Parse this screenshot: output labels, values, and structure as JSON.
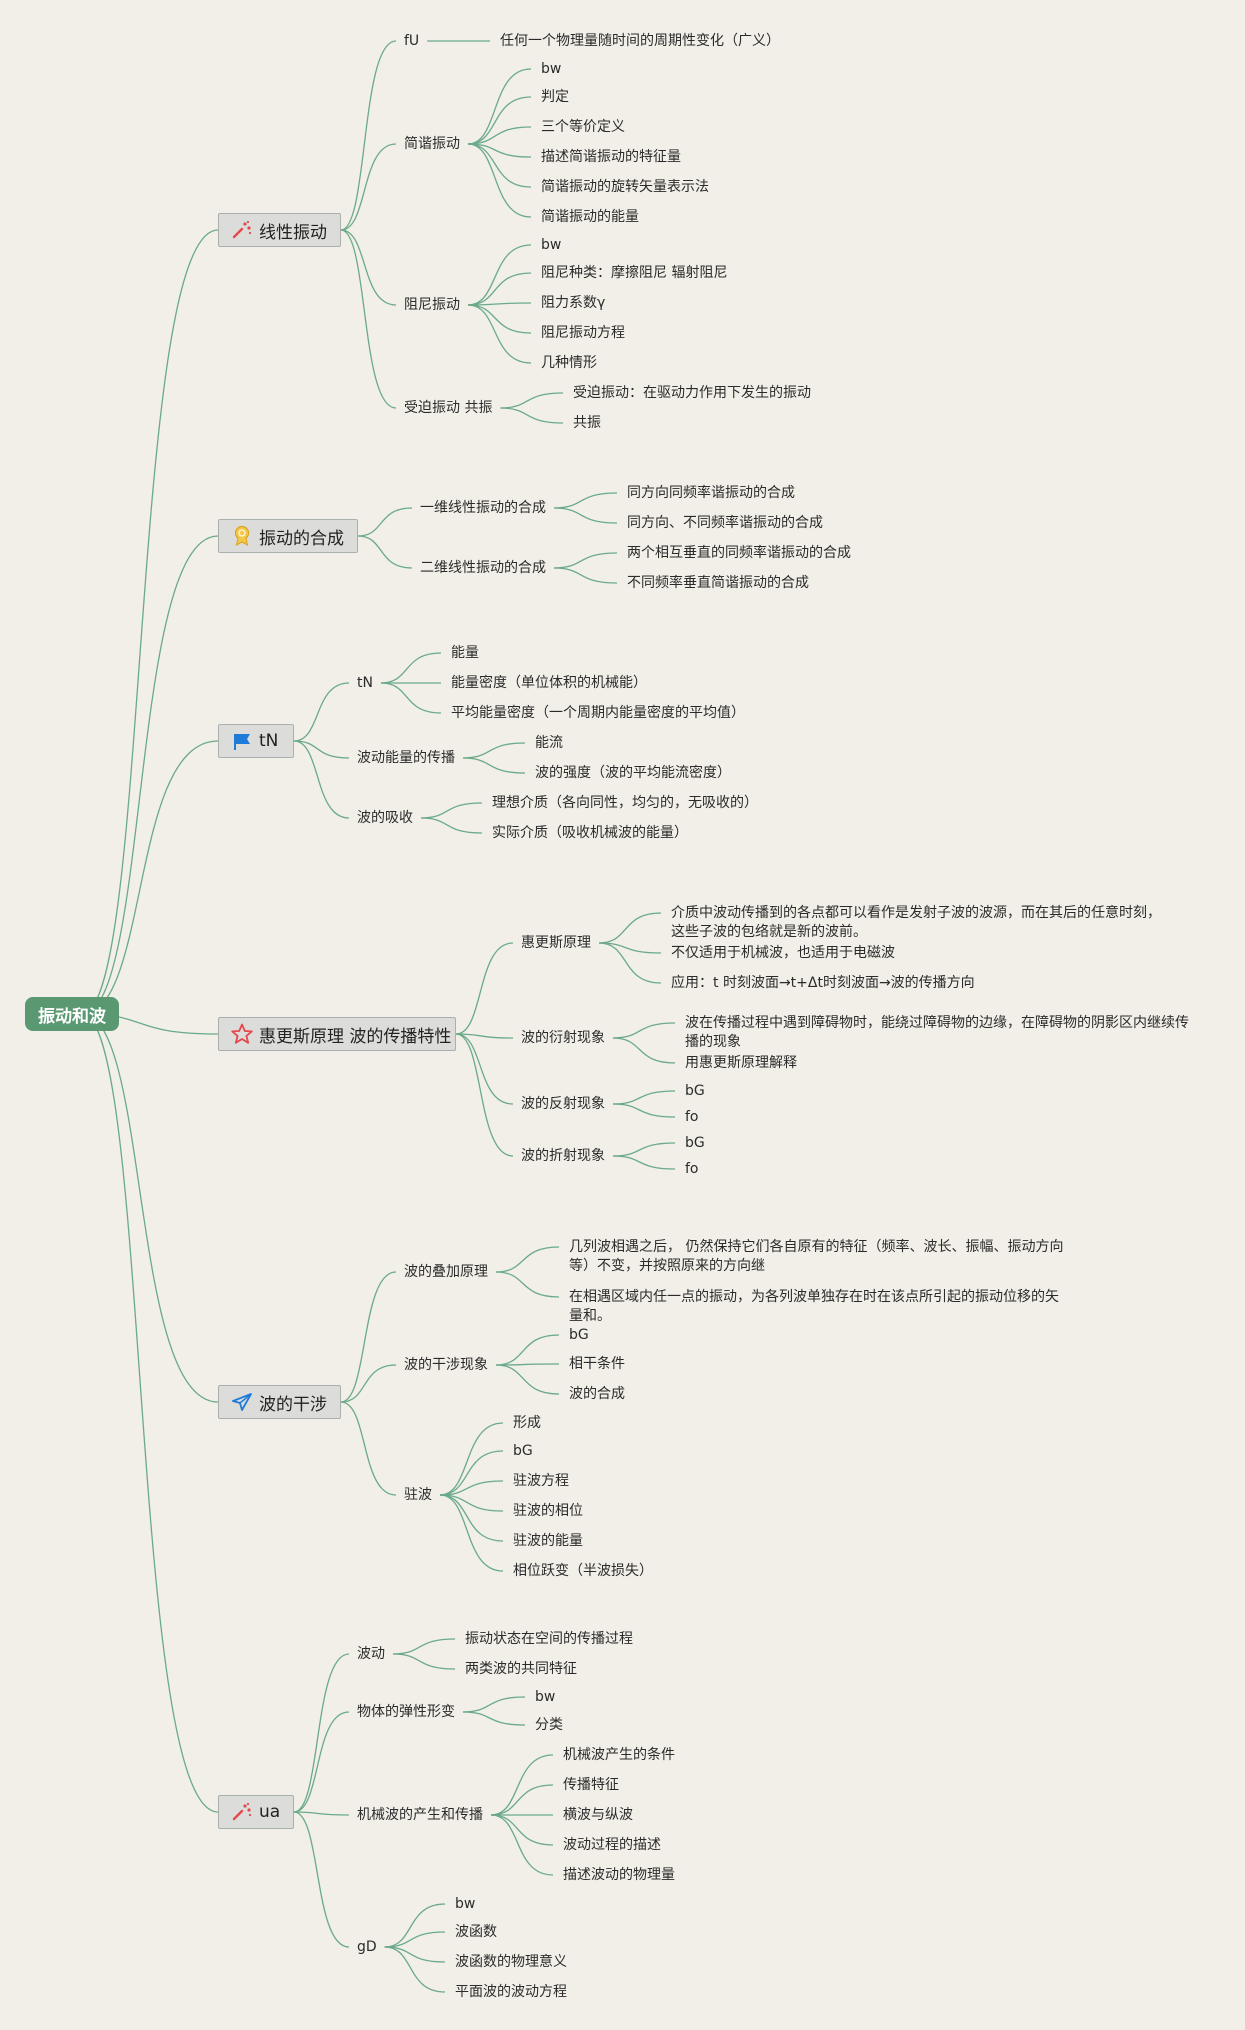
{
  "colors": {
    "background": "#f1efe7",
    "edge": "#6aaa88",
    "root": "#5a9872",
    "node_fill": "#dcdcda"
  },
  "root": "振动和波",
  "branches": [
    {
      "id": "b1",
      "label": "线性振动",
      "icon": "pen-sparkle-icon",
      "children": [
        {
          "label": "fU",
          "children": [
            {
              "label": "任何一个物理量随时间的周期性变化（广义）"
            }
          ]
        },
        {
          "label": "简谐振动",
          "children": [
            {
              "label": "bw"
            },
            {
              "label": "判定"
            },
            {
              "label": "三个等价定义"
            },
            {
              "label": "描述简谐振动的特征量"
            },
            {
              "label": "简谐振动的旋转矢量表示法"
            },
            {
              "label": "简谐振动的能量"
            }
          ]
        },
        {
          "label": "阻尼振动",
          "children": [
            {
              "label": "bw"
            },
            {
              "label": "阻尼种类：摩擦阻尼 辐射阻尼"
            },
            {
              "label": "阻力系数γ"
            },
            {
              "label": "阻尼振动方程"
            },
            {
              "label": "几种情形"
            }
          ]
        },
        {
          "label": "受迫振动 共振",
          "children": [
            {
              "label": "受迫振动：在驱动力作用下发生的振动"
            },
            {
              "label": "共振"
            }
          ]
        }
      ]
    },
    {
      "id": "b2",
      "label": "振动的合成",
      "icon": "medal-icon",
      "children": [
        {
          "label": "一维线性振动的合成",
          "children": [
            {
              "label": "同方向同频率谐振动的合成"
            },
            {
              "label": "同方向、不同频率谐振动的合成"
            }
          ]
        },
        {
          "label": "二维线性振动的合成",
          "children": [
            {
              "label": "两个相互垂直的同频率谐振动的合成"
            },
            {
              "label": "不同频率垂直简谐振动的合成"
            }
          ]
        }
      ]
    },
    {
      "id": "b3",
      "label": "tN",
      "icon": "flag-icon",
      "children": [
        {
          "label": "tN",
          "children": [
            {
              "label": "能量"
            },
            {
              "label": "能量密度（单位体积的机械能）"
            },
            {
              "label": "平均能量密度（一个周期内能量密度的平均值）"
            }
          ]
        },
        {
          "label": "波动能量的传播",
          "children": [
            {
              "label": "能流"
            },
            {
              "label": "波的强度（波的平均能流密度）"
            }
          ]
        },
        {
          "label": "波的吸收",
          "children": [
            {
              "label": "理想介质（各向同性，均匀的，无吸收的）"
            },
            {
              "label": "实际介质（吸收机械波的能量）"
            }
          ]
        }
      ]
    },
    {
      "id": "b4",
      "label": "惠更斯原理 波的传播特性",
      "icon": "star-icon",
      "children": [
        {
          "label": "惠更斯原理",
          "children": [
            {
              "label": "介质中波动传播到的各点都可以看作是发射子波的波源，而在其后的任意时刻，这些子波的包络就是新的波前。"
            },
            {
              "label": "不仅适用于机械波，也适用于电磁波"
            },
            {
              "label": "应用：t 时刻波面→t+Δt时刻波面→波的传播方向"
            }
          ]
        },
        {
          "label": "波的衍射现象",
          "children": [
            {
              "label": "波在传播过程中遇到障碍物时，能绕过障碍物的边缘，在障碍物的阴影区内继续传播的现象"
            },
            {
              "label": "用惠更斯原理解释"
            }
          ]
        },
        {
          "label": "波的反射现象",
          "children": [
            {
              "label": "bG"
            },
            {
              "label": "fo"
            }
          ]
        },
        {
          "label": "波的折射现象",
          "children": [
            {
              "label": "bG"
            },
            {
              "label": "fo"
            }
          ]
        }
      ]
    },
    {
      "id": "b5",
      "label": "波的干涉",
      "icon": "paper-plane-icon",
      "children": [
        {
          "label": "波的叠加原理",
          "children": [
            {
              "label": "几列波相遇之后， 仍然保持它们各自原有的特征（频率、波长、振幅、振动方向等）不变，并按照原来的方向继"
            },
            {
              "label": "在相遇区域内任一点的振动，为各列波单独存在时在该点所引起的振动位移的矢量和。"
            }
          ]
        },
        {
          "label": "波的干涉现象",
          "children": [
            {
              "label": "bG"
            },
            {
              "label": "相干条件"
            },
            {
              "label": "波的合成"
            }
          ]
        },
        {
          "label": "驻波",
          "children": [
            {
              "label": "形成"
            },
            {
              "label": "bG"
            },
            {
              "label": "驻波方程"
            },
            {
              "label": "驻波的相位"
            },
            {
              "label": "驻波的能量"
            },
            {
              "label": "相位跃变（半波损失）"
            }
          ]
        }
      ]
    },
    {
      "id": "b6",
      "label": "ua",
      "icon": "pen-sparkle-icon",
      "children": [
        {
          "label": "波动",
          "children": [
            {
              "label": "振动状态在空间的传播过程"
            },
            {
              "label": "两类波的共同特征"
            }
          ]
        },
        {
          "label": "物体的弹性形变",
          "children": [
            {
              "label": "bw"
            },
            {
              "label": "分类"
            }
          ]
        },
        {
          "label": "机械波的产生和传播",
          "children": [
            {
              "label": "机械波产生的条件"
            },
            {
              "label": "传播特征"
            },
            {
              "label": "横波与纵波"
            },
            {
              "label": "波动过程的描述"
            },
            {
              "label": "描述波动的物理量"
            }
          ]
        },
        {
          "label": "gD",
          "children": [
            {
              "label": "bw"
            },
            {
              "label": "波函数"
            },
            {
              "label": "波函数的物理意义"
            },
            {
              "label": "平面波的波动方程"
            }
          ]
        }
      ]
    }
  ]
}
